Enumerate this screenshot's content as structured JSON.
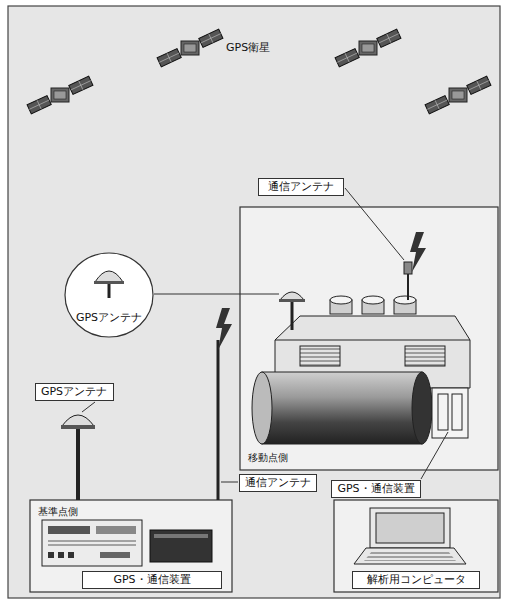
{
  "diagram": {
    "nodes": [
      {
        "text": [
          "GPSアンテナ"
        ]
      },
      {
        "text": [
          "通信アンテナ"
        ]
      },
      {
        "text": [
          "移動点側"
        ]
      },
      {
        "text": [
          "GPSアンテナ"
        ]
      },
      {
        "text": [
          "通信アンテナ"
        ]
      },
      {
        "text": [
          "GPS・通信装置"
        ]
      },
      {
        "text": [
          "基準点側"
        ]
      },
      {
        "text": [
          "GPS・通信装置"
        ],
        "in": 6
      },
      {
        "text": [
          "解析用コンピュータ"
        ]
      }
    ],
    "labels": [
      "GPS衛星"
    ]
  }
}
